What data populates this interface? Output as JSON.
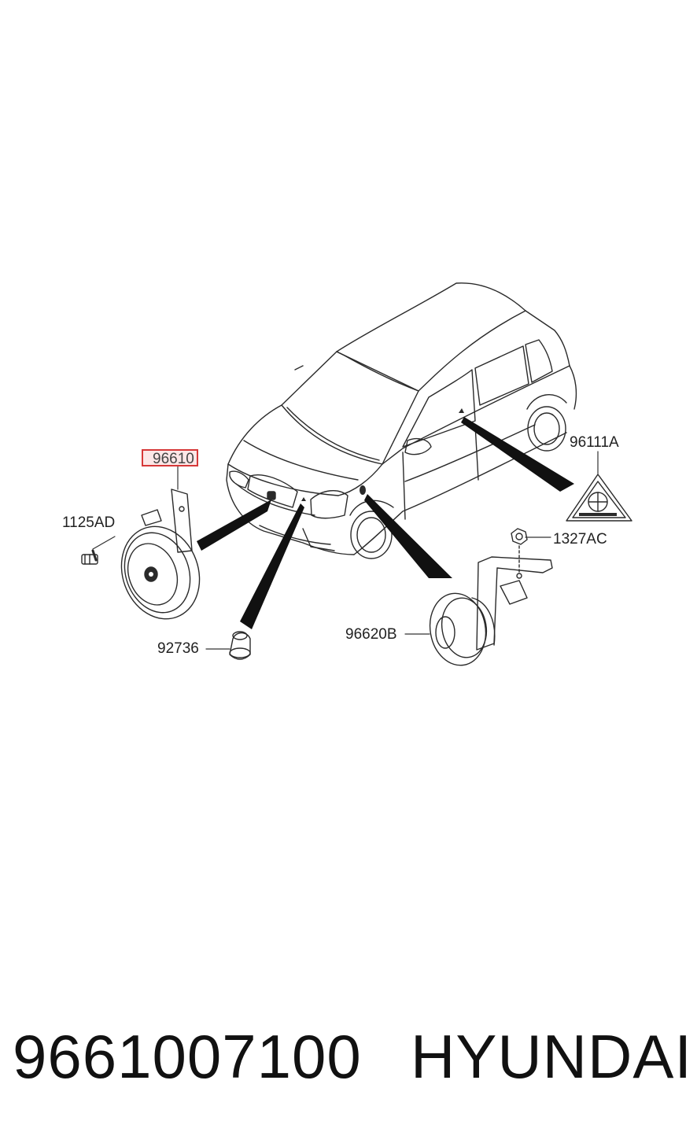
{
  "diagram": {
    "callouts": {
      "horn_high": "96610",
      "bolt": "1125AD",
      "grommet": "92736",
      "label_plate": "96111A",
      "nut": "1327AC",
      "horn_low": "96620B"
    },
    "highlight_color": "#d63838"
  },
  "footer": {
    "part_number": "9661007100",
    "brand": "HYUNDAI"
  }
}
